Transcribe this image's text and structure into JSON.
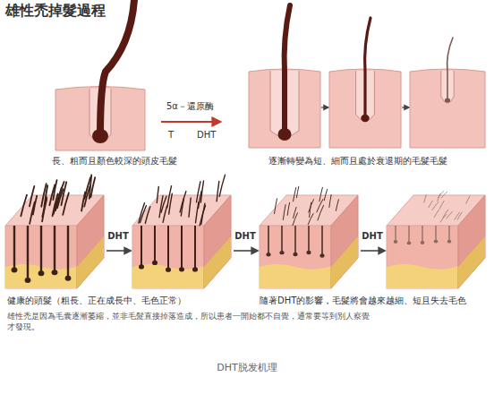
{
  "diagram": {
    "title": "雄性禿掉髮過程",
    "caption": "DHT脱发机理",
    "labels": [
      "5α－還原酶",
      "T",
      "DHT",
      "長、粗而且顏色較深的頭皮毛髮",
      "逐漸轉變為短、細而且處於衰退期的毛髮毛髮",
      "DHT",
      "DHT",
      "DHT",
      "健康的頭髮（粗長、正在成長中、毛色正常）",
      "隨著DHT的影響，毛髮將會越來越細、短且失去毛色",
      "雄性禿是因為毛囊逐漸萎縮，並非毛髮直接掉落造成，所以患者一開始都不自覺，通常要等到別人察覺才發現。"
    ]
  }
}
